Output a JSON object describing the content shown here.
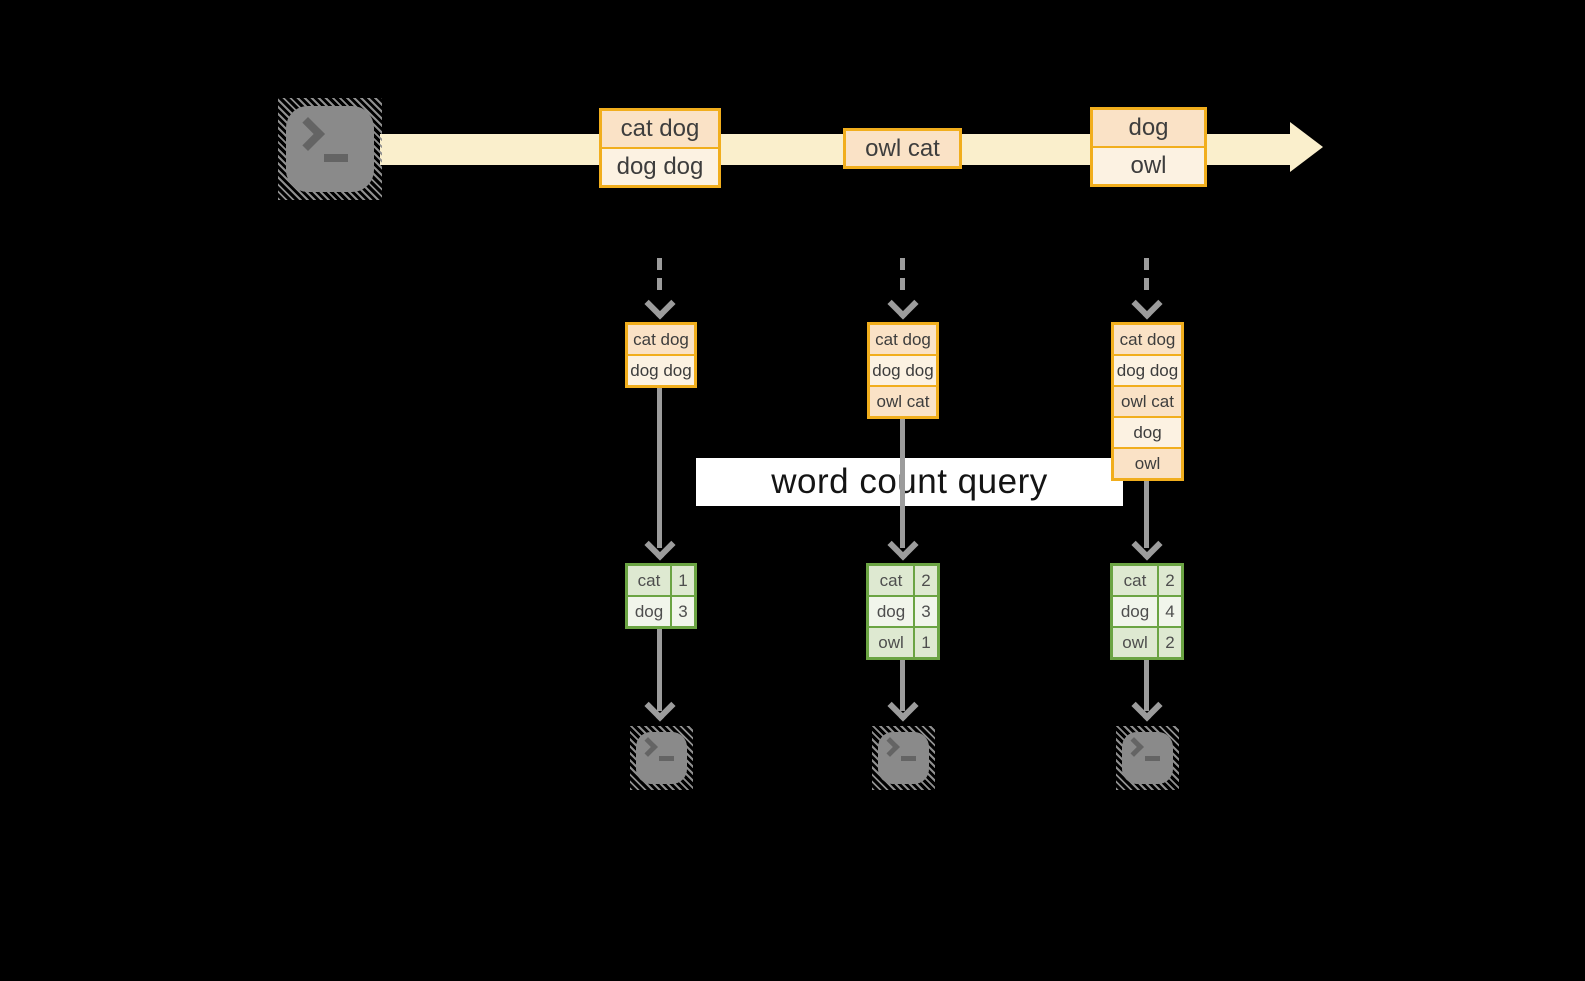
{
  "query_band": {
    "label": "word count query"
  },
  "stream": {
    "batches": [
      {
        "rows": [
          "cat dog",
          "dog dog"
        ]
      },
      {
        "rows": [
          "owl cat"
        ]
      },
      {
        "rows": [
          "dog",
          "owl"
        ]
      }
    ]
  },
  "columns": [
    {
      "state_rows": [
        "cat dog",
        "dog dog"
      ],
      "counts": [
        {
          "word": "cat",
          "count": "1"
        },
        {
          "word": "dog",
          "count": "3"
        }
      ]
    },
    {
      "state_rows": [
        "cat dog",
        "dog dog",
        "owl cat"
      ],
      "counts": [
        {
          "word": "cat",
          "count": "2"
        },
        {
          "word": "dog",
          "count": "3"
        },
        {
          "word": "owl",
          "count": "1"
        }
      ]
    },
    {
      "state_rows": [
        "cat dog",
        "dog dog",
        "owl cat",
        "dog",
        "owl"
      ],
      "counts": [
        {
          "word": "cat",
          "count": "2"
        },
        {
          "word": "dog",
          "count": "4"
        },
        {
          "word": "owl",
          "count": "2"
        }
      ]
    }
  ],
  "icons": {
    "source": "terminal-icon",
    "sinks": [
      "terminal-icon",
      "terminal-icon",
      "terminal-icon"
    ]
  },
  "colors": {
    "background": "#000000",
    "stream_fill": "#FAEFCC",
    "box_border": "#F1AE1D",
    "box_fill_dark": "#FAE2C6",
    "box_fill_light": "#FCF2E2",
    "table_border": "#6BA443",
    "table_fill_dark": "#DEE9D1",
    "table_fill_light": "#F1F5EB",
    "arrow_gray": "#9C9C9C",
    "icon_gray": "#8A8A8A",
    "query_band_bg": "#FFFFFF",
    "text_dark": "#3D3D3D"
  }
}
